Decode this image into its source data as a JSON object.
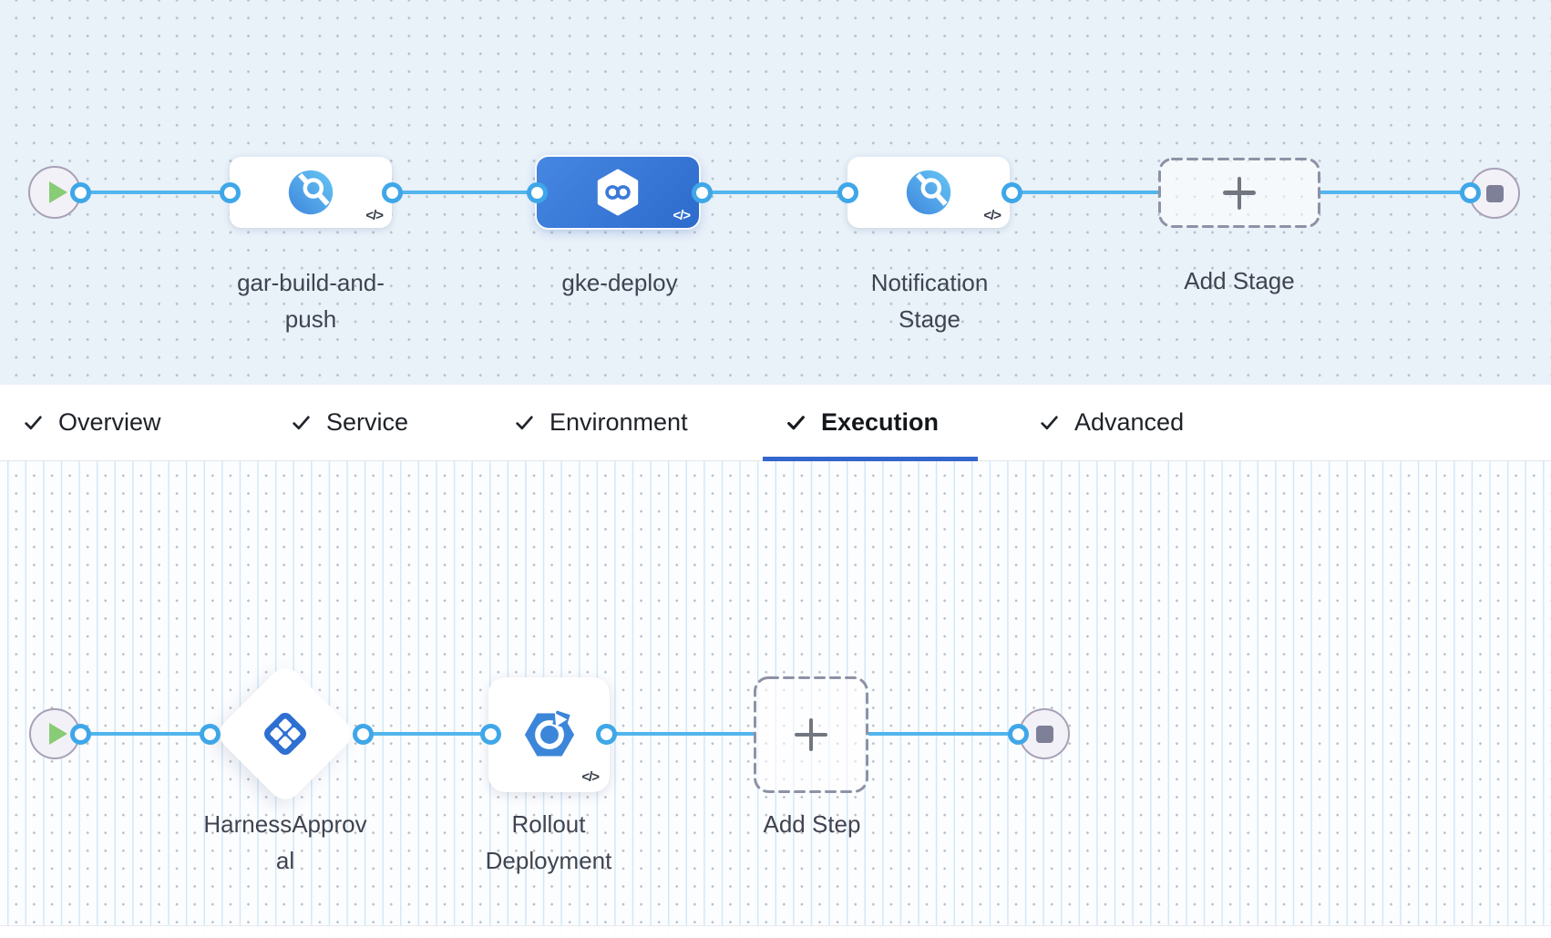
{
  "stage_canvas": {
    "stages": [
      {
        "label": "gar-build-and-push",
        "icon": "cd-stage",
        "selected": false,
        "code_badge": "</>"
      },
      {
        "label": "gke-deploy",
        "icon": "infinity-hexagon",
        "selected": true,
        "code_badge": "</>"
      },
      {
        "label": "Notification Stage",
        "icon": "cd-stage",
        "selected": false,
        "code_badge": "</>"
      }
    ],
    "add_stage": {
      "label": "Add Stage"
    }
  },
  "tab_bar": {
    "tabs": [
      {
        "label": "Overview",
        "checked": true,
        "active": false
      },
      {
        "label": "Service",
        "checked": true,
        "active": false
      },
      {
        "label": "Environment",
        "checked": true,
        "active": false
      },
      {
        "label": "Execution",
        "checked": true,
        "active": true
      },
      {
        "label": "Advanced",
        "checked": true,
        "active": false
      }
    ]
  },
  "execution_canvas": {
    "steps": [
      {
        "label": "HarnessApproval",
        "icon": "harness-approval",
        "shape": "diamond"
      },
      {
        "label": "Rollout Deployment",
        "icon": "gke-rollout",
        "shape": "card",
        "code_badge": "</>"
      }
    ],
    "add_step": {
      "label": "Add Step"
    }
  },
  "colors": {
    "canvas_top_bg": "#e9f1f9",
    "canvas_bottom_bg": "#fcfdff",
    "connector": "#52b5ec",
    "port_border": "#3fa7e8",
    "selected_stage_gradient": [
      "#4687e2",
      "#2d6bcc"
    ],
    "active_tab_underline": "#3467ce",
    "graph_label_text": "#3f4450",
    "tab_text": "#1e2228",
    "node_fill": "#f3f1f8",
    "play_green": "#88cc75",
    "stop_gray": "#7e8098"
  }
}
